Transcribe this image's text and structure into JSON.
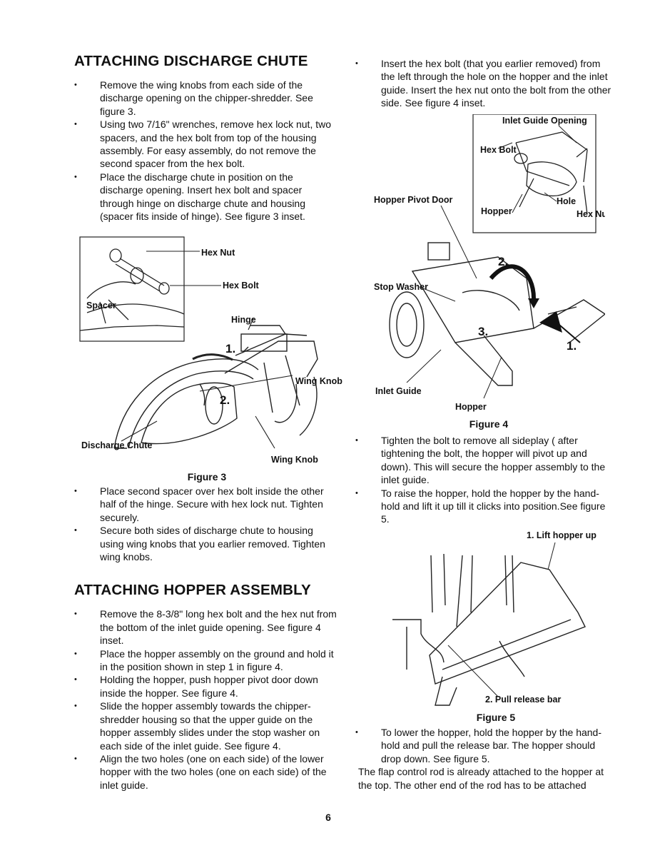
{
  "page_number": "6",
  "discharge": {
    "heading": "ATTACHING DISCHARGE CHUTE",
    "steps_before": [
      "Remove the wing knobs from each side of the discharge opening on the chipper-shredder. See figure 3.",
      "Using two 7/16\" wrenches, remove hex lock nut, two spacers, and the hex bolt from top of the housing assembly. For easy assembly, do not remove the second spacer from the hex bolt.",
      "Place the discharge chute in position on the discharge opening. Insert hex bolt and spacer through hinge on discharge chute and housing (spacer fits inside of hinge). See figure 3 inset."
    ],
    "figure": {
      "caption": "Figure 3",
      "labels": {
        "hex_nut": "Hex Nut",
        "hex_bolt": "Hex Bolt",
        "spacer": "Spacer",
        "hinge": "Hinge",
        "wing_knob_top": "Wing Knob",
        "wing_knob_bottom": "Wing Knob",
        "discharge_chute": "Discharge Chute",
        "step1": "1.",
        "step2": "2."
      }
    },
    "steps_after": [
      "Place second spacer over hex bolt inside the other half of the hinge. Secure with hex lock nut. Tighten securely.",
      "Secure both sides of discharge chute to housing using wing knobs that you earlier removed. Tighten wing knobs."
    ]
  },
  "hopper": {
    "heading": "ATTACHING HOPPER ASSEMBLY",
    "steps": [
      "Remove the 8-3/8\" long hex bolt and the hex nut from the bottom of the inlet guide opening. See figure 4 inset.",
      "Place the hopper assembly on the ground and hold it in the position shown in step 1 in figure 4.",
      "Holding the hopper, push hopper pivot door down inside the hopper. See figure 4.",
      "Slide the hopper assembly towards the chipper-shredder housing so that the upper guide on the hopper assembly slides under the stop washer on each side of the inlet guide. See figure 4.",
      "Align the two holes (one on each side) of the lower hopper with the two holes (one on each side) of the inlet guide."
    ]
  },
  "right": {
    "steps_top": [
      "Insert the hex bolt (that you earlier removed) from the left through the hole on the hopper and the inlet guide. Insert the hex nut onto the bolt from the other side. See figure 4 inset."
    ],
    "figure4": {
      "caption": "Figure 4",
      "labels": {
        "inlet_guide_opening": "Inlet Guide Opening",
        "hex_bolt": "Hex Bolt",
        "hole": "Hole",
        "hopper_inset": "Hopper",
        "hex_nut": "Hex Nut",
        "hopper_pivot_door": "Hopper Pivot Door",
        "stop_washer": "Stop Washer",
        "inlet_guide": "Inlet Guide",
        "hopper": "Hopper",
        "step1": "1.",
        "step2": "2.",
        "step3": "3."
      }
    },
    "steps_mid": [
      "Tighten the bolt to remove all sideplay ( after tightening the bolt, the hopper will pivot up and down). This will secure the hopper assembly to the inlet guide.",
      "To raise the hopper, hold the hopper by the hand-hold and lift it up till it clicks into position.See figure 5."
    ],
    "figure5": {
      "caption": "Figure 5",
      "labels": {
        "lift": "1. Lift hopper up",
        "pull": "2. Pull release bar"
      }
    },
    "steps_bottom": [
      "To lower the hopper, hold the hopper by the hand-hold and pull the release bar. The hopper should drop down. See figure 5."
    ],
    "closing": "The flap control rod is already attached to the hopper at the top. The other end of the rod has to be attached"
  }
}
